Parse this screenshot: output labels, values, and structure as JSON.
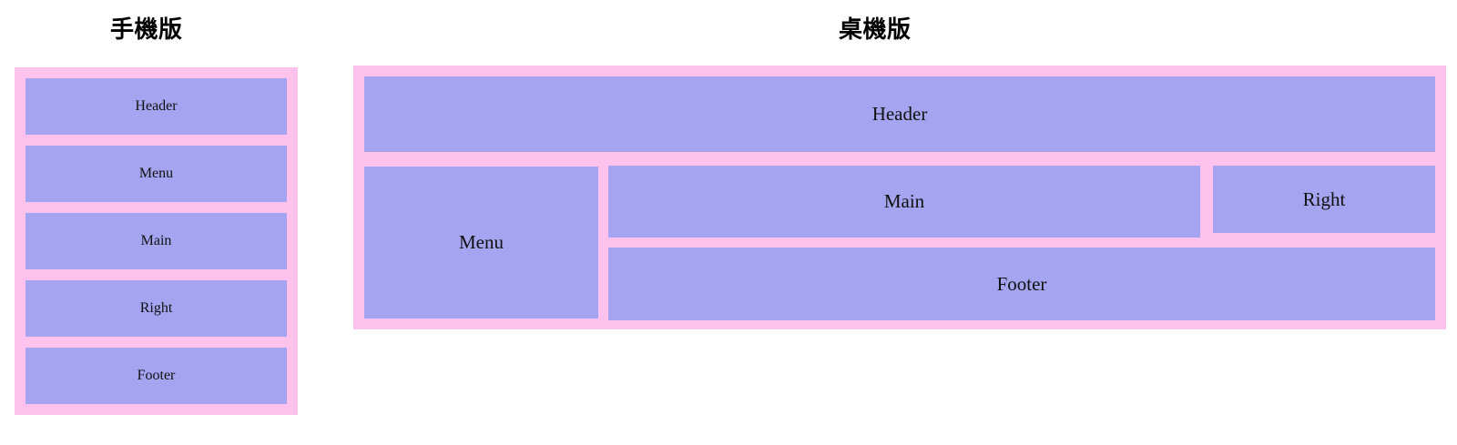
{
  "colors": {
    "frame_pink": "#ffc2ec",
    "block_purple": "#a4a4f0",
    "text": "#111111",
    "title": "#000000",
    "page_background": "#ffffff"
  },
  "mobile": {
    "title": "手機版",
    "blocks": [
      {
        "label": "Header"
      },
      {
        "label": "Menu"
      },
      {
        "label": "Main"
      },
      {
        "label": "Right"
      },
      {
        "label": "Footer"
      }
    ]
  },
  "desktop": {
    "title": "桌機版",
    "blocks": {
      "header": {
        "label": "Header"
      },
      "menu": {
        "label": "Menu"
      },
      "main": {
        "label": "Main"
      },
      "right": {
        "label": "Right"
      },
      "footer": {
        "label": "Footer"
      }
    }
  }
}
